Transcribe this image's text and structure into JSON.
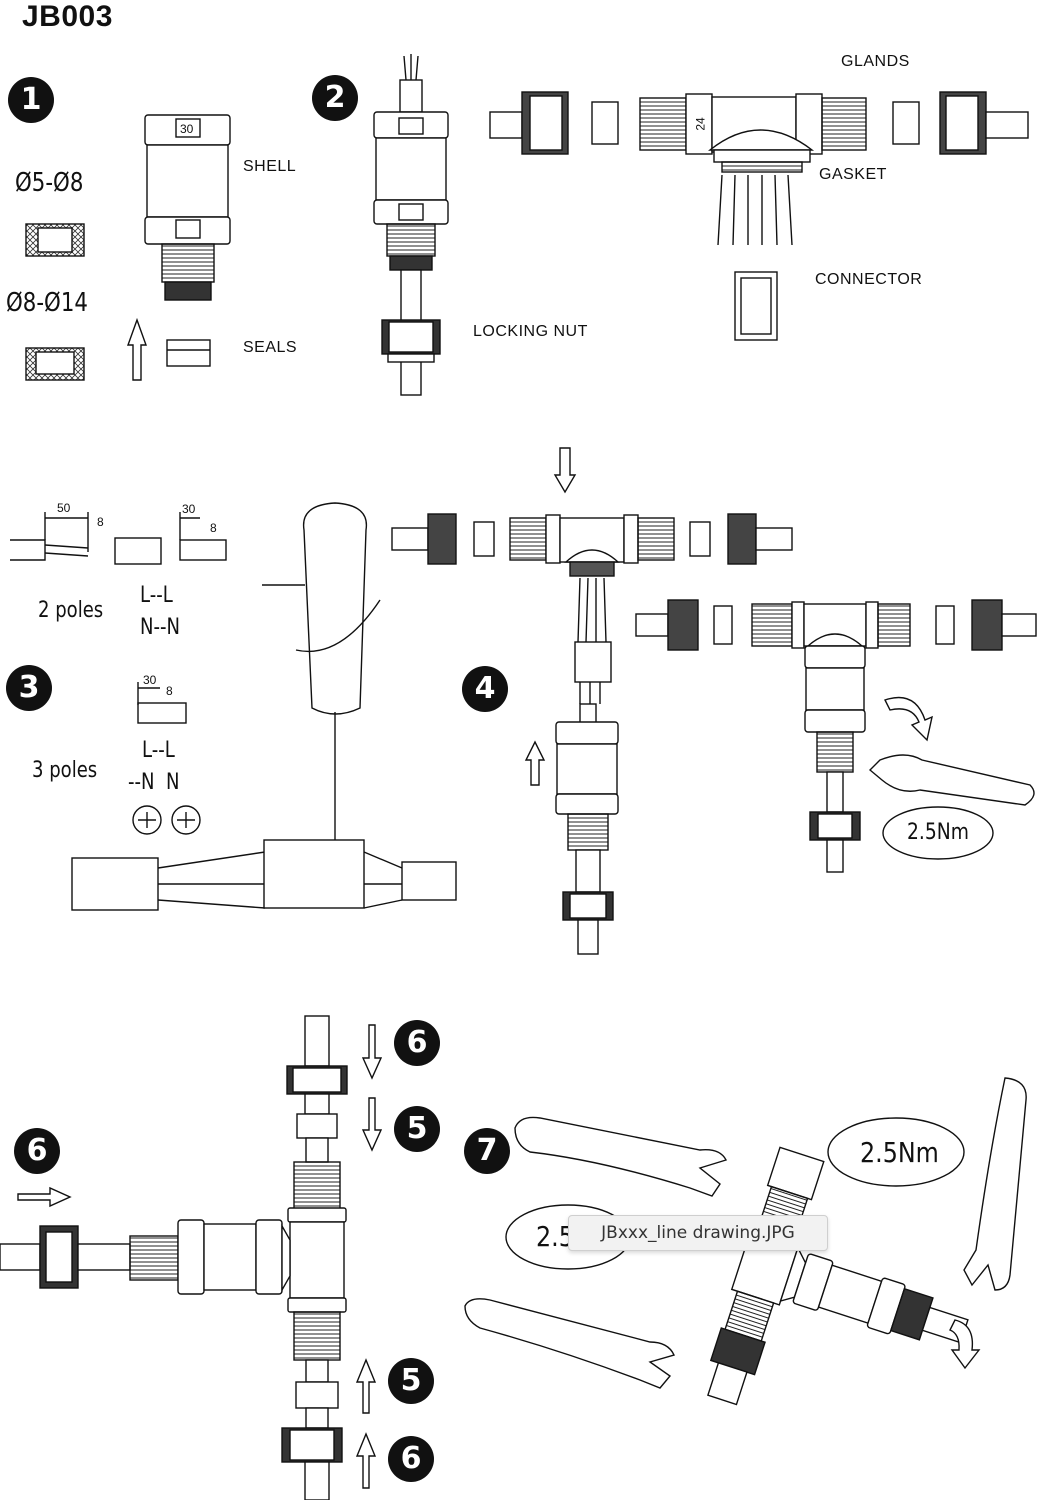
{
  "title": "JB003",
  "steps": {
    "s1": "1",
    "s2": "2",
    "s3": "3",
    "s4": "4",
    "s5a": "5",
    "s5b": "5",
    "s6a": "6",
    "s6b": "6",
    "s6c": "6",
    "s7": "7"
  },
  "labels": {
    "shell": "SHELL",
    "seals": "SEALS",
    "locking_nut": "LOCKING NUT",
    "glands": "GLANDS",
    "gasket": "GASKET",
    "connector": "CONNECTOR"
  },
  "diameters": {
    "small": "Ø5-Ø8",
    "large": "Ø8-Ø14"
  },
  "wiring": {
    "two_poles": "2 poles",
    "two_l": "L--L",
    "two_n": "N--N",
    "three_poles": "3 poles",
    "three_l": "L--L",
    "three_n": "--N  N"
  },
  "dimensions": {
    "d50": "50",
    "d8a": "8",
    "d30a": "30",
    "d8b": "8",
    "d30b": "30",
    "d8c": "8"
  },
  "part_marks": {
    "m30": "30",
    "m24": "24"
  },
  "torque": {
    "t1": "2.5Nm",
    "t2": "2.5Nm",
    "t3": "2.5"
  },
  "tooltip": "JBxxx_line drawing.JPG"
}
